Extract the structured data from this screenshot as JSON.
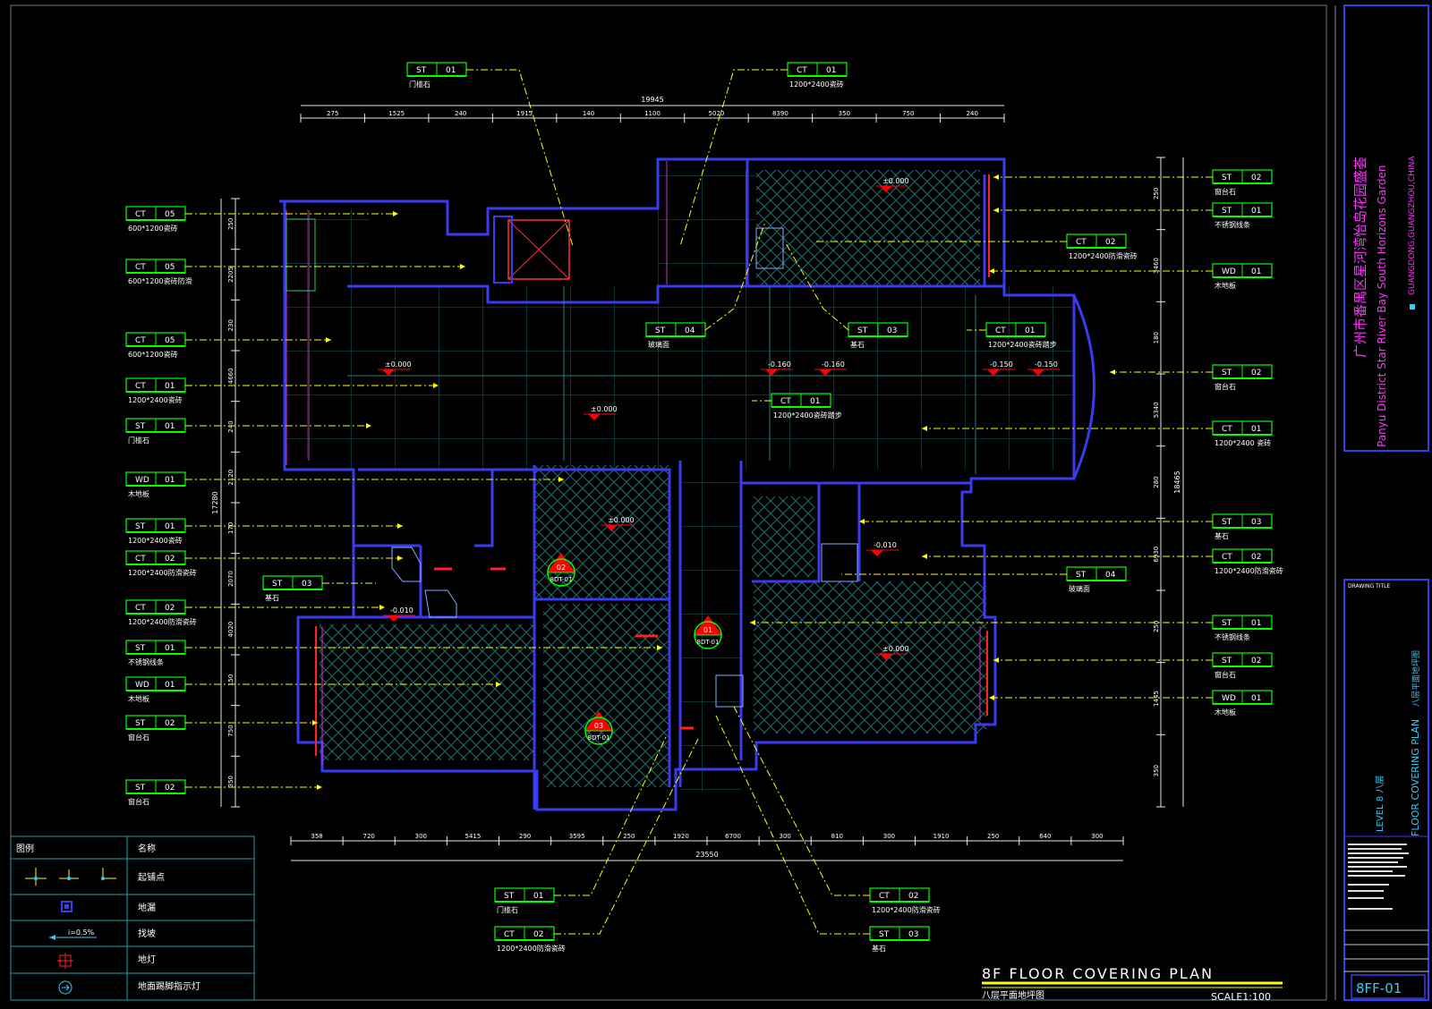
{
  "colors": {
    "background": "#000000",
    "wall": "#3a3af0",
    "grid": "#1f7f7f",
    "dim": "#e8e8e8",
    "tag": "#00ff00",
    "leader": "#ffff00",
    "text": "#ffffff",
    "level": "#ff0000",
    "title_block": "#3a3af0",
    "magenta": "#ff33ff",
    "cyan": "#33ccff"
  },
  "title_block": {
    "project_cn": "广州市番禺区星河湾怡岛花园盛荟",
    "project_en": "Panyu District Star River Bay South Horizons Garden",
    "location": "GUANGDONG,GUANGZHOU,CHINA",
    "level_en": "LEVEL 8  八层",
    "sheet_title_en": "FLOOR COVERING PLAN",
    "sheet_title_cn": "八层平面地坪图",
    "drawing_no": "8FF-01",
    "drawing_title_label": "DRAWING TITLE"
  },
  "plan_title": {
    "title": "8F FLOOR COVERING PLAN",
    "subtitle": "八层平面地坪图",
    "scale": "SCALE1:100"
  },
  "dimensions": {
    "top_total": "19945",
    "top": [
      "275",
      "1525",
      "240",
      "1915",
      "140",
      "1100",
      "5020",
      "8390",
      "350",
      "750",
      "240"
    ],
    "bottom_total": "23550",
    "bottom": [
      "358",
      "720",
      "300",
      "5415",
      "290",
      "3595",
      "250",
      "1920",
      "6700",
      "300",
      "810",
      "300",
      "1910",
      "250",
      "640",
      "300"
    ],
    "left_total": "17280",
    "left": [
      "250",
      "2205",
      "230",
      "4660",
      "240",
      "2120",
      "170",
      "2070",
      "4020",
      "150",
      "750",
      "350"
    ],
    "right_total": "18465",
    "right": [
      "250",
      "3460",
      "180",
      "5340",
      "280",
      "6930",
      "250",
      "1445",
      "350"
    ]
  },
  "levels": [
    "±0.000",
    "±0.000",
    "±0.000",
    "±0.000",
    "±0.000",
    "-0.160",
    "-0.160",
    "-0.150",
    "-0.150",
    "-0.010",
    "-0.010"
  ],
  "tags_left": [
    {
      "code": "CT",
      "num": "05",
      "label": "600*1200瓷砖"
    },
    {
      "code": "CT",
      "num": "05",
      "label": "600*1200瓷砖防滑"
    },
    {
      "code": "CT",
      "num": "05",
      "label": "600*1200瓷砖"
    },
    {
      "code": "CT",
      "num": "01",
      "label": "1200*2400瓷砖"
    },
    {
      "code": "ST",
      "num": "01",
      "label": "门槛石"
    },
    {
      "code": "WD",
      "num": "01",
      "label": "木地板"
    },
    {
      "code": "ST",
      "num": "01",
      "label": "1200*2400瓷砖"
    },
    {
      "code": "CT",
      "num": "02",
      "label": "1200*2400防滑瓷砖"
    },
    {
      "code": "CT",
      "num": "02",
      "label": "1200*2400防滑瓷砖"
    },
    {
      "code": "ST",
      "num": "01",
      "label": "不锈钢线条"
    },
    {
      "code": "WD",
      "num": "01",
      "label": "木地板"
    },
    {
      "code": "ST",
      "num": "02",
      "label": "窗台石"
    },
    {
      "code": "ST",
      "num": "02",
      "label": "窗台石"
    }
  ],
  "tags_right": [
    {
      "code": "ST",
      "num": "02",
      "label": "窗台石"
    },
    {
      "code": "ST",
      "num": "01",
      "label": "不锈钢线条"
    },
    {
      "code": "WD",
      "num": "01",
      "label": "木地板"
    },
    {
      "code": "ST",
      "num": "02",
      "label": "窗台石"
    },
    {
      "code": "CT",
      "num": "01",
      "label": "1200*2400 瓷砖"
    },
    {
      "code": "ST",
      "num": "03",
      "label": "基石"
    },
    {
      "code": "CT",
      "num": "02",
      "label": "1200*2400防滑瓷砖"
    },
    {
      "code": "ST",
      "num": "01",
      "label": "不锈钢线条"
    },
    {
      "code": "ST",
      "num": "02",
      "label": "窗台石"
    },
    {
      "code": "WD",
      "num": "01",
      "label": "木地板"
    }
  ],
  "tags_top": [
    {
      "code": "ST",
      "num": "01",
      "label": "门槛石"
    },
    {
      "code": "CT",
      "num": "01",
      "label": "1200*2400瓷砖"
    }
  ],
  "tags_inner": [
    {
      "code": "CT",
      "num": "02",
      "label": "1200*2400防滑瓷砖"
    },
    {
      "code": "CT",
      "num": "01",
      "label": "1200*2400瓷砖踏步"
    },
    {
      "code": "ST",
      "num": "04",
      "label": "玻璃面"
    },
    {
      "code": "ST",
      "num": "03",
      "label": "基石"
    },
    {
      "code": "CT",
      "num": "01",
      "label": "1200*2400瓷砖踏步"
    },
    {
      "code": "ST",
      "num": "03",
      "label": "基石"
    },
    {
      "code": "ST",
      "num": "04",
      "label": "玻璃面"
    }
  ],
  "tags_bottom": [
    {
      "code": "ST",
      "num": "01",
      "label": "门槛石"
    },
    {
      "code": "CT",
      "num": "02",
      "label": "1200*2400防滑瓷砖"
    },
    {
      "code": "CT",
      "num": "02",
      "label": "1200*2400防滑瓷砖"
    },
    {
      "code": "ST",
      "num": "03",
      "label": "基石"
    }
  ],
  "sections": [
    {
      "num": "02",
      "ref": "8DT-01"
    },
    {
      "num": "01",
      "ref": "8DT-01"
    },
    {
      "num": "03",
      "ref": "8DT-01"
    }
  ],
  "legend": {
    "header_symbol": "图例",
    "header_name": "名称",
    "rows": [
      {
        "symbol": "point-icon",
        "name": "起铺点"
      },
      {
        "symbol": "drain-icon",
        "name": "地漏"
      },
      {
        "symbol": "slope-icon",
        "symbol_text": "i=0.5%",
        "name": "找坡"
      },
      {
        "symbol": "floor-light-icon",
        "name": "地灯"
      },
      {
        "symbol": "indicator-light-icon",
        "name": "地面踢脚指示灯"
      }
    ]
  }
}
